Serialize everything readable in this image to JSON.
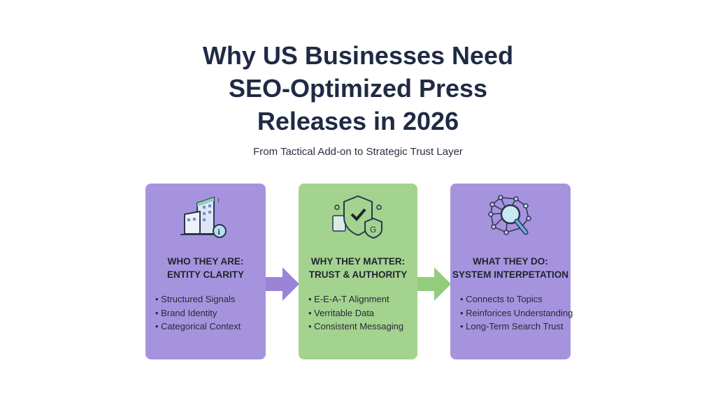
{
  "title": {
    "lines": [
      "Why US Businesses Need",
      "SEO-Optimized Press",
      "Releases in 2026"
    ]
  },
  "subtitle": "From Tactical Add-on to Strategic Trust Layer",
  "colors": {
    "purple": "#a693dd",
    "green": "#a4d28f",
    "title": "#1f2a44"
  },
  "cards": [
    {
      "icon": "building-info-icon",
      "heading": [
        "WHO THEY ARE:",
        "ENTITY CLARITY"
      ],
      "items": [
        "Structured Signals",
        "Brand Identity",
        "Categorical Context"
      ]
    },
    {
      "icon": "shield-check-icon",
      "heading": [
        "WHY THEY MATTER:",
        "TRUST & AUTHORITY"
      ],
      "items": [
        "E-E-A-T Alignment",
        "Verritable Data",
        "Consistent Messaging"
      ]
    },
    {
      "icon": "network-search-icon",
      "heading": [
        "WHAT THEY DO:",
        "SYSTEM INTERPETATION"
      ],
      "items": [
        "Connects to Topics",
        "Reinforices Understanding",
        "Long-Term Search Trust"
      ]
    }
  ]
}
